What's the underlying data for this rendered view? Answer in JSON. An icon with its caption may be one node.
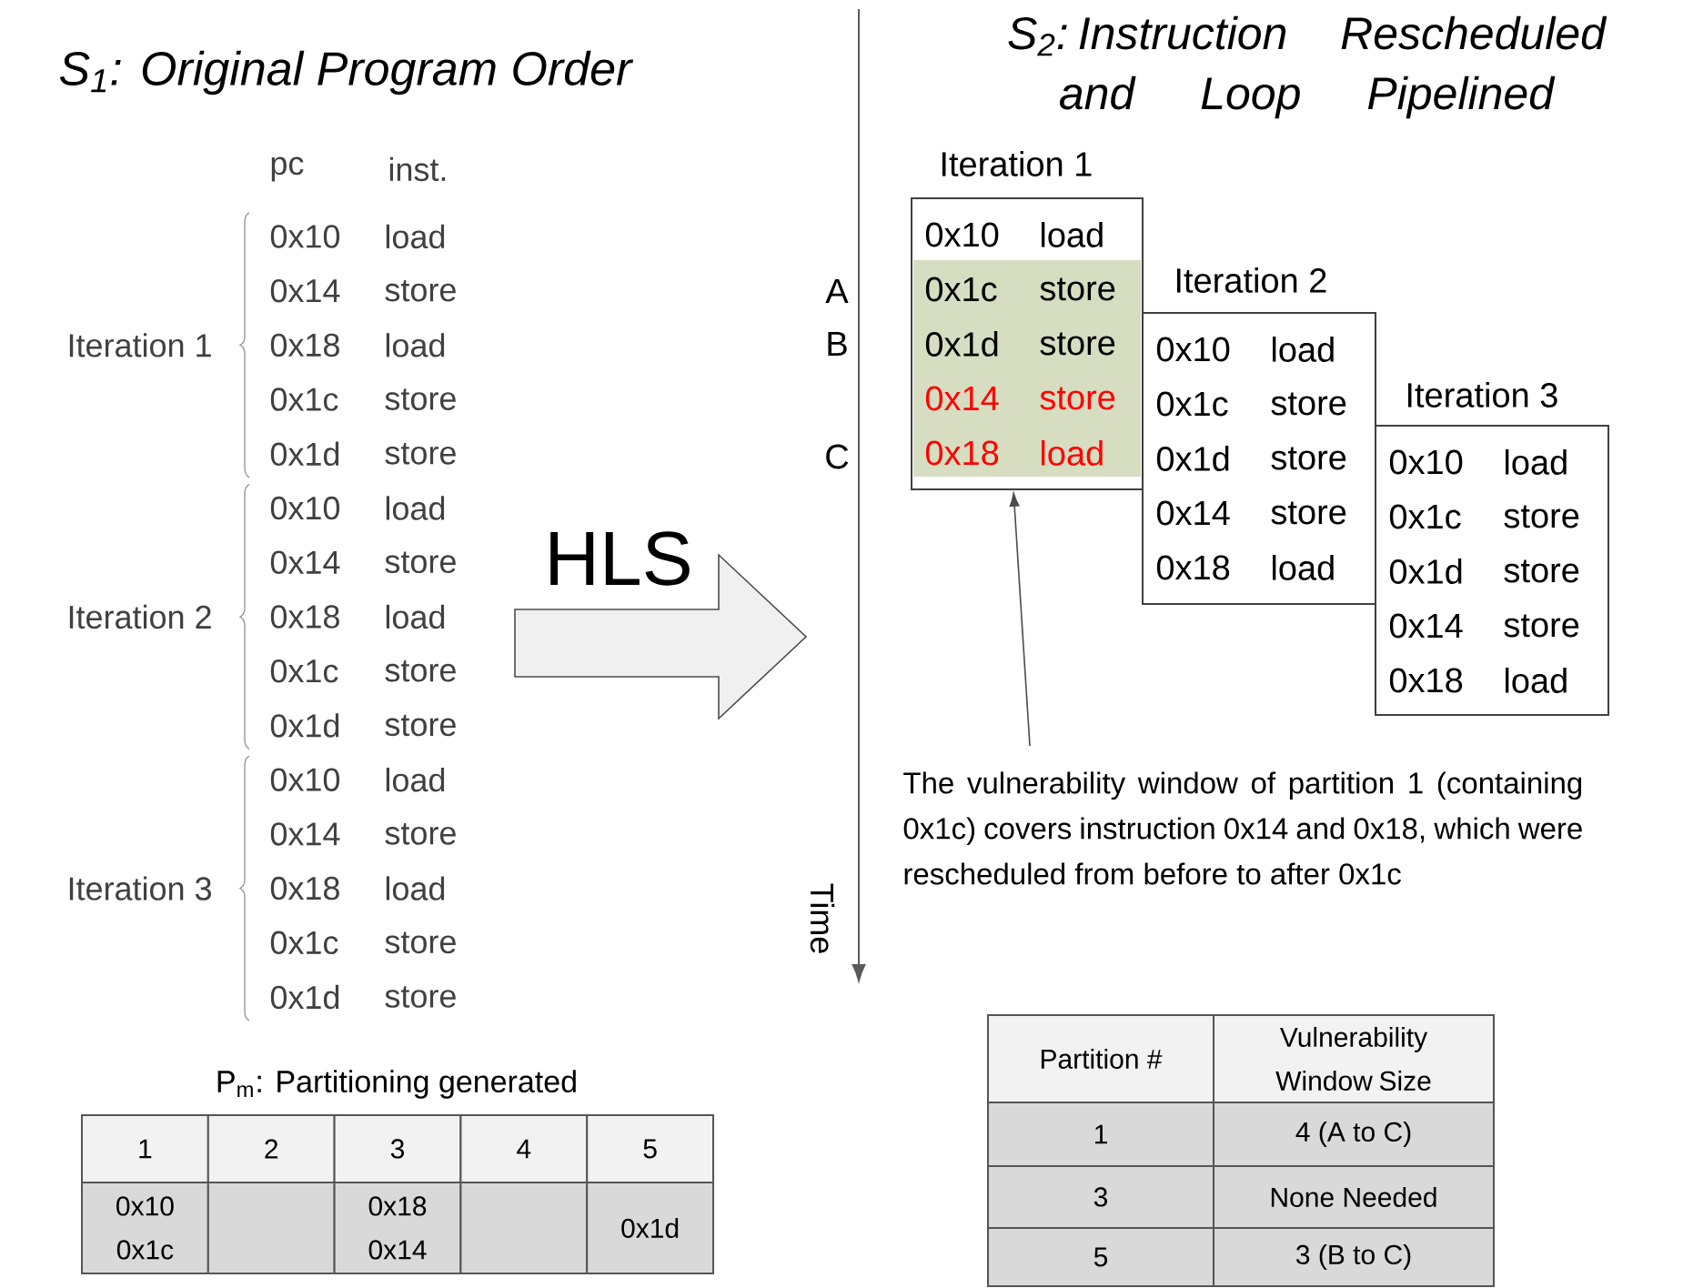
{
  "diagram": {
    "nodes": [
      {
        "text": [
          "Iteration 1",
          "0x10",
          "load",
          "0x1c",
          "store",
          "0x1d",
          "store",
          "0x14",
          "store",
          "0x18",
          "load"
        ]
      },
      {
        "text": [
          "Iteration 2",
          "0x10",
          "load",
          "0x1c",
          "store",
          "0x1d",
          "store",
          "0x14",
          "store",
          "0x18",
          "load"
        ]
      },
      {
        "text": [
          "Iteration 3",
          "0x10",
          "load",
          "0x1c",
          "store",
          "0x1d",
          "store",
          "0x14",
          "store",
          "0x18",
          "load"
        ]
      },
      {
        "text": [
          "HLS"
        ]
      },
      {
        "text": [
          "The vulnerability window of partition 1 (containing 0x1c) covers instruction 0x14 and 0x18, which were rescheduled from before to after 0x1c"
        ]
      }
    ],
    "edges": [
      {
        "from": 4,
        "to": 0,
        "arrow": "to"
      }
    ],
    "labels": [
      "S$_{1}$: Original Program Order",
      "S$_{2}$: Instruction Rescheduled and Loop Pipelined",
      "pc",
      "inst.",
      "Iteration 1",
      "0x10",
      "load",
      "0x14",
      "store",
      "0x18",
      "load",
      "0x1c",
      "store",
      "0x1d",
      "store",
      "Iteration 2",
      "0x10",
      "load",
      "0x14",
      "store",
      "0x18",
      "load",
      "0x1c",
      "store",
      "0x1d",
      "store",
      "Iteration 3",
      "0x10",
      "load",
      "0x14",
      "store",
      "0x18",
      "load",
      "0x1c",
      "store",
      "0x1d",
      "store",
      "A",
      "B",
      "C",
      "Time",
      "P$_{m}$: Partitioning generated",
      "1",
      "2",
      "3",
      "4",
      "5",
      "0x10 0x1c",
      "0x18 0x14",
      "0x1d",
      "Partition #",
      "Vulnerability Window Size",
      "1",
      "4 (A to C)",
      "3",
      "None Needed",
      "5",
      "3 (B to C)"
    ]
  }
}
